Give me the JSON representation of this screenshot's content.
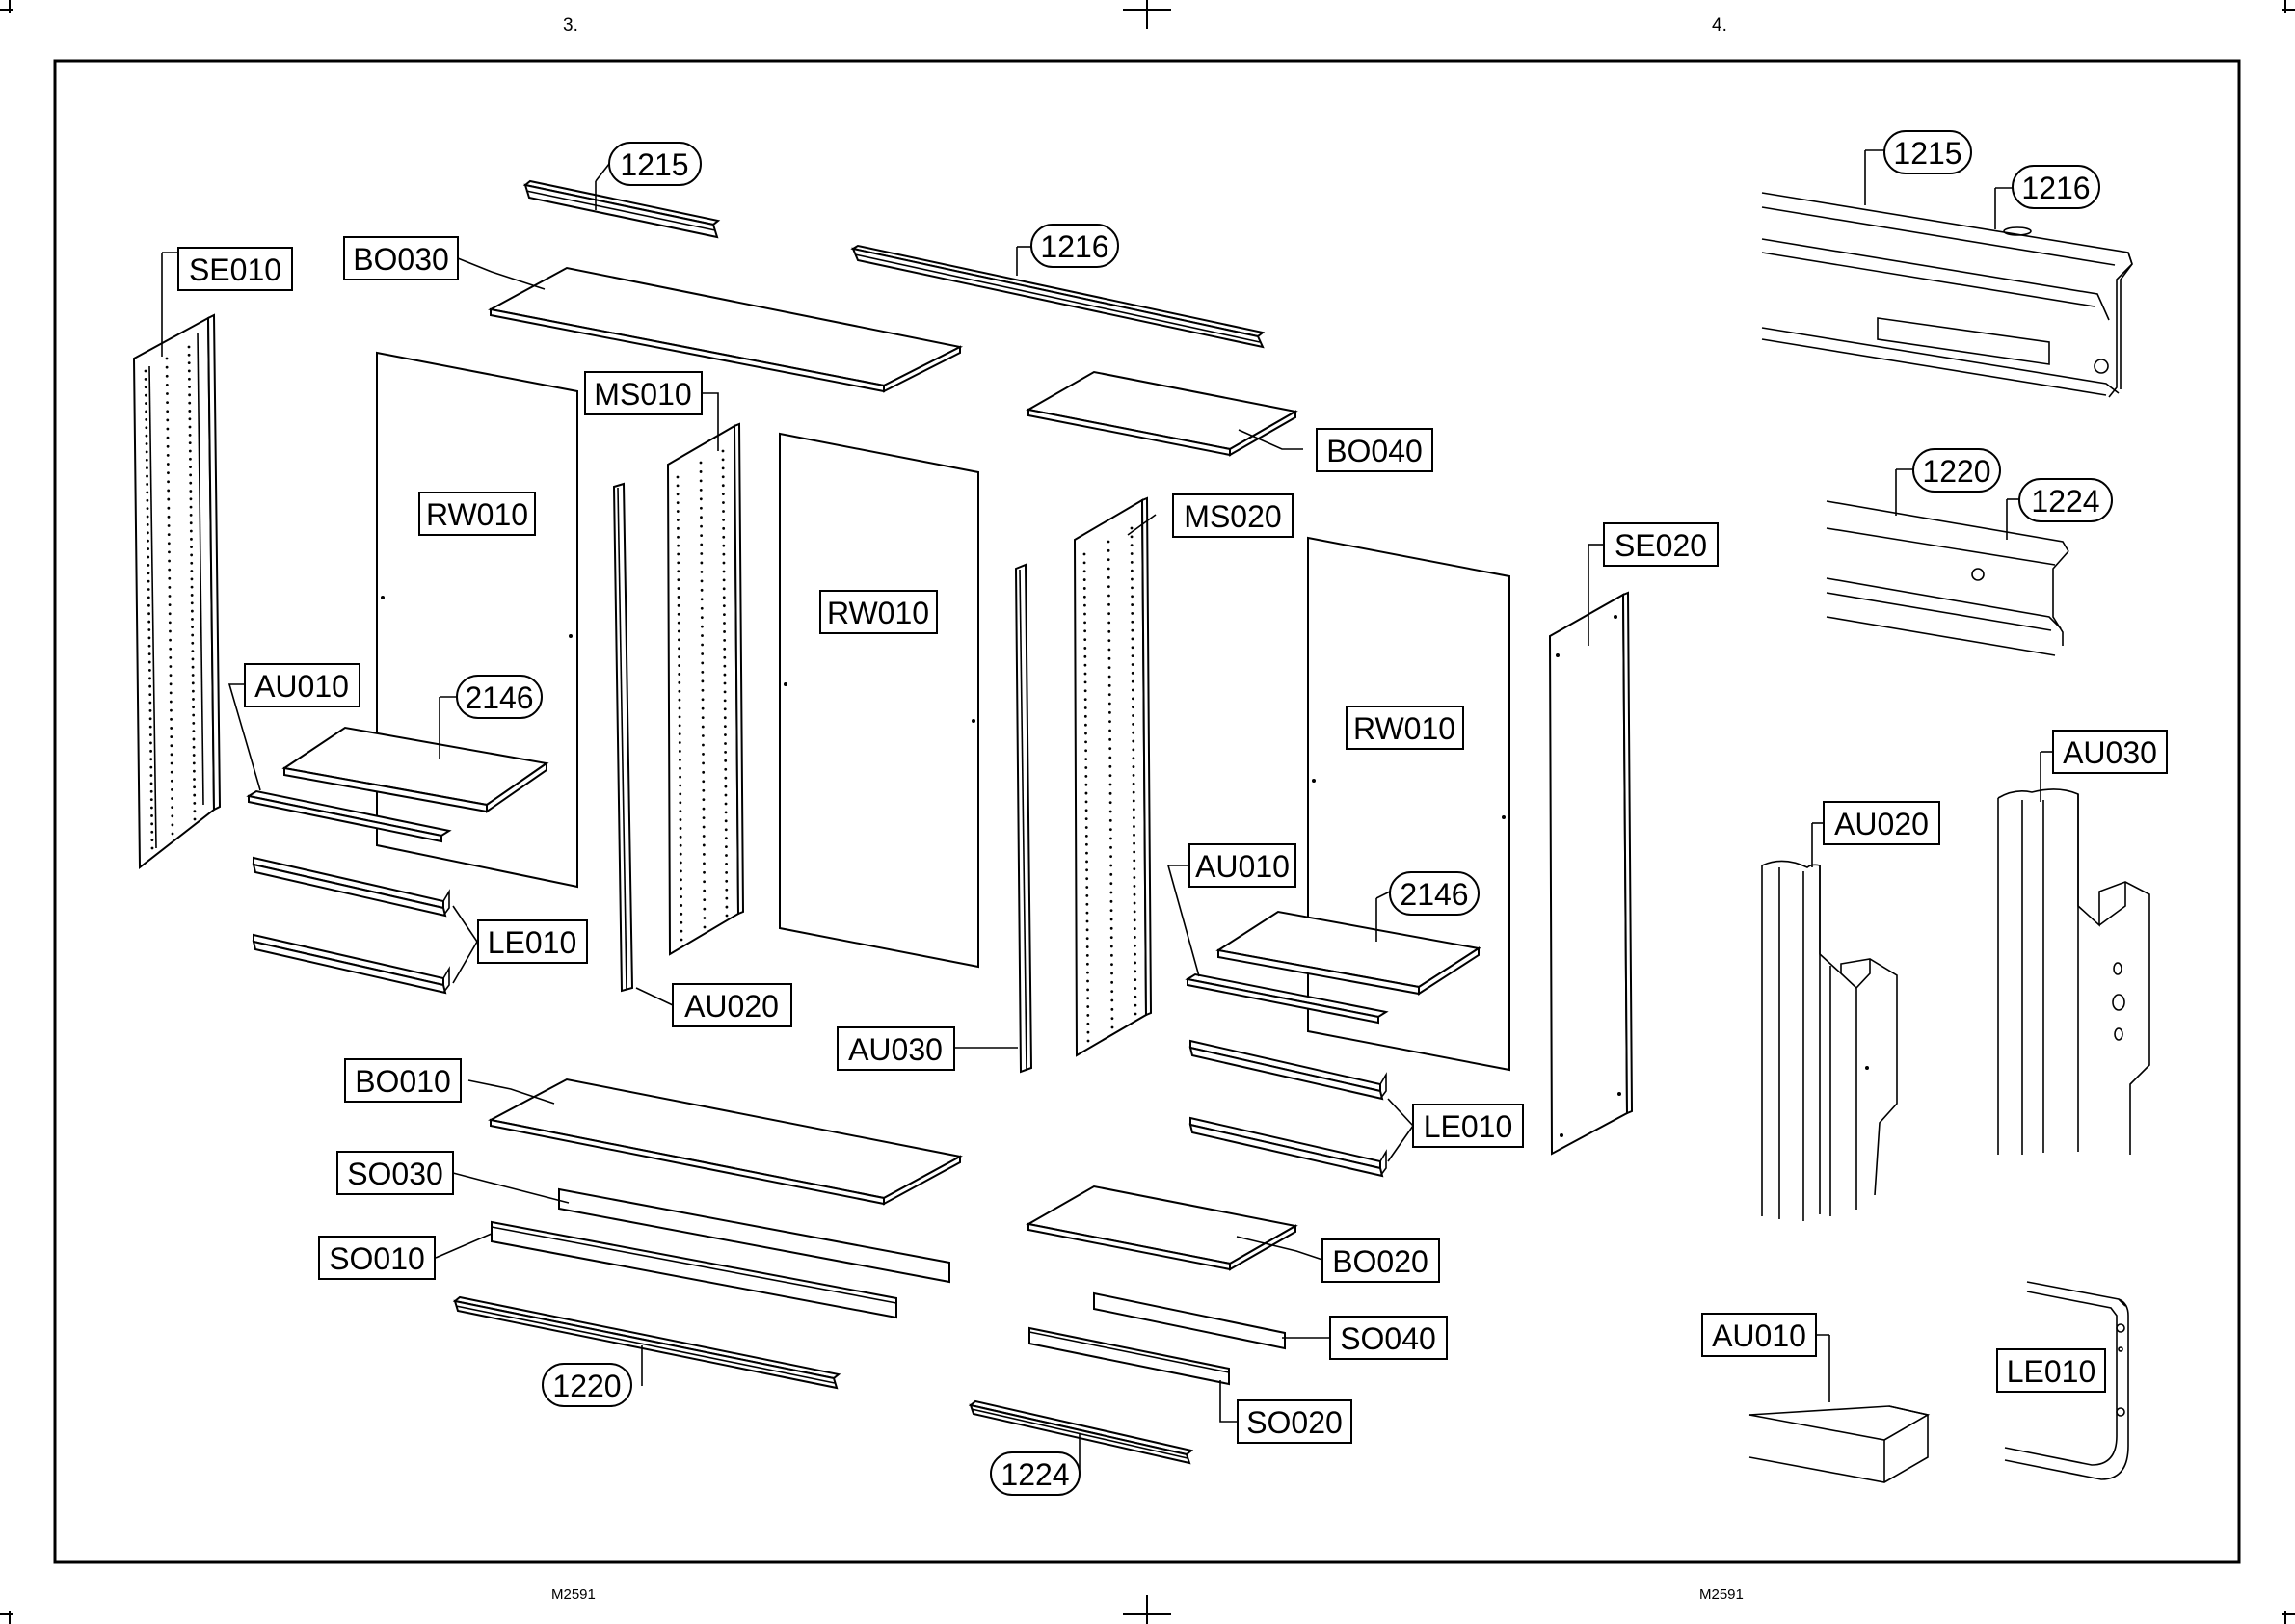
{
  "pages": {
    "left_number": "3.",
    "right_number": "4.",
    "left_footer": "M2591",
    "right_footer": "M2591"
  },
  "labels": {
    "se010": "SE010",
    "bo030": "BO030",
    "n1215_a": "1215",
    "n1216_a": "1216",
    "ms010": "MS010",
    "rw010_a": "RW010",
    "rw010_b": "RW010",
    "rw010_c": "RW010",
    "bo040": "BO040",
    "ms020": "MS020",
    "se020": "SE020",
    "au010_a": "AU010",
    "n2146_a": "2146",
    "le010_a": "LE010",
    "au020_a": "AU020",
    "au030_a": "AU030",
    "au010_b": "AU010",
    "n2146_b": "2146",
    "le010_b": "LE010",
    "bo010": "BO010",
    "so030": "SO030",
    "so010": "SO010",
    "n1220_a": "1220",
    "bo020": "BO020",
    "so040": "SO040",
    "so020": "SO020",
    "n1224_a": "1224",
    "n1215_b": "1215",
    "n1216_b": "1216",
    "n1220_b": "1220",
    "n1224_b": "1224",
    "au030_b": "AU030",
    "au020_b": "AU020",
    "au010_c": "AU010",
    "le010_c": "LE010"
  }
}
